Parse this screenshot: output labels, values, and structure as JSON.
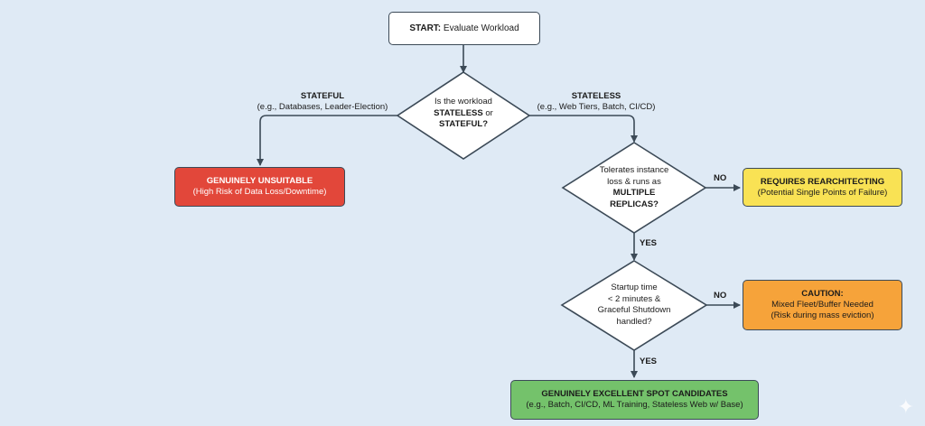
{
  "colors": {
    "background": "#dfeaf5",
    "line": "#3c4a57",
    "start": "#ffffff",
    "decision": "#ffffff",
    "unsuitable": "#e2473a",
    "rearchitect": "#f9e254",
    "caution": "#f6a33a",
    "excellent": "#74c26b"
  },
  "nodes": {
    "start": {
      "prefix": "START:",
      "text": "Evaluate Workload"
    },
    "decision1": {
      "line1": "Is the workload",
      "line2": "STATELESS",
      "line2_suffix": " or",
      "line3": "STATEFUL?"
    },
    "decision2": {
      "line1": "Tolerates instance",
      "line2": "loss & runs as",
      "line3": "MULTIPLE",
      "line4": "REPLICAS?"
    },
    "decision3": {
      "line1": "Startup time",
      "line2": "< 2 minutes &",
      "line3": "Graceful Shutdown",
      "line4": "handled?"
    },
    "unsuitable": {
      "title": "GENUINELY UNSUITABLE",
      "subtitle": "(High Risk of Data Loss/Downtime)"
    },
    "rearchitect": {
      "title": "REQUIRES REARCHITECTING",
      "subtitle": "(Potential Single Points of Failure)"
    },
    "caution": {
      "title": "CAUTION:",
      "line2": "Mixed Fleet/Buffer Needed",
      "line3": "(Risk during mass eviction)"
    },
    "excellent": {
      "title": "GENUINELY EXCELLENT SPOT CANDIDATES",
      "subtitle": "(e.g., Batch, CI/CD, ML Training, Stateless Web w/ Base)"
    }
  },
  "edge_labels": {
    "stateful": {
      "title": "STATEFUL",
      "subtitle": "(e.g., Databases, Leader-Election)"
    },
    "stateless": {
      "title": "STATELESS",
      "subtitle": "(e.g., Web Tiers, Batch, CI/CD)"
    },
    "no1": "NO",
    "yes1": "YES",
    "no2": "NO",
    "yes2": "YES"
  },
  "decorations": {
    "sparkle_icon": "✦"
  }
}
